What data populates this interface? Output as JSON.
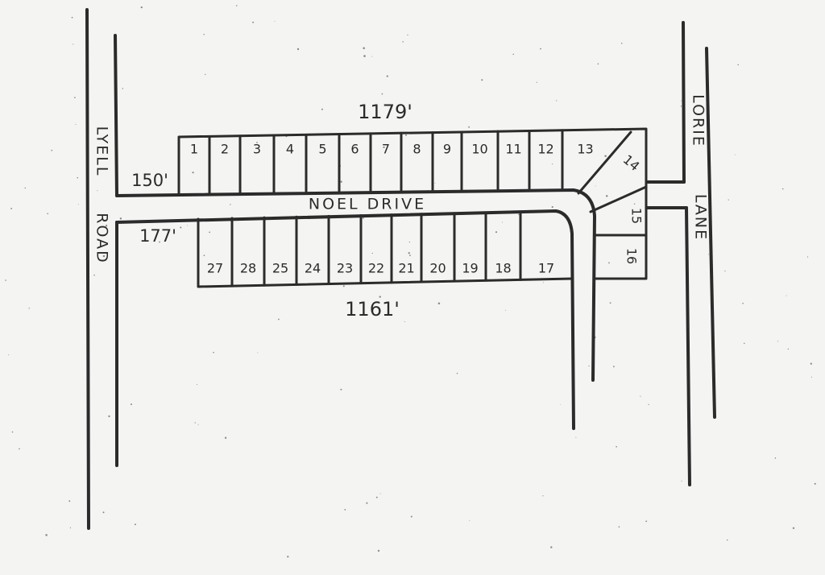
{
  "streets": {
    "lyell": [
      "LYELL",
      "ROAD"
    ],
    "noel": "NOEL DRIVE",
    "lorie": [
      "LORIE",
      "LANE"
    ]
  },
  "dimensions": {
    "north": "1179'",
    "south": "1161'",
    "west_north": "150'",
    "west_south": "177'"
  },
  "lots": {
    "north": [
      "1",
      "2",
      "3",
      "4",
      "5",
      "6",
      "7",
      "8",
      "9",
      "10",
      "11",
      "12",
      "13"
    ],
    "corner": [
      "14",
      "15",
      "16"
    ],
    "south": [
      "27",
      "28",
      "25",
      "24",
      "23",
      "22",
      "21",
      "20",
      "19",
      "18",
      "17"
    ]
  }
}
